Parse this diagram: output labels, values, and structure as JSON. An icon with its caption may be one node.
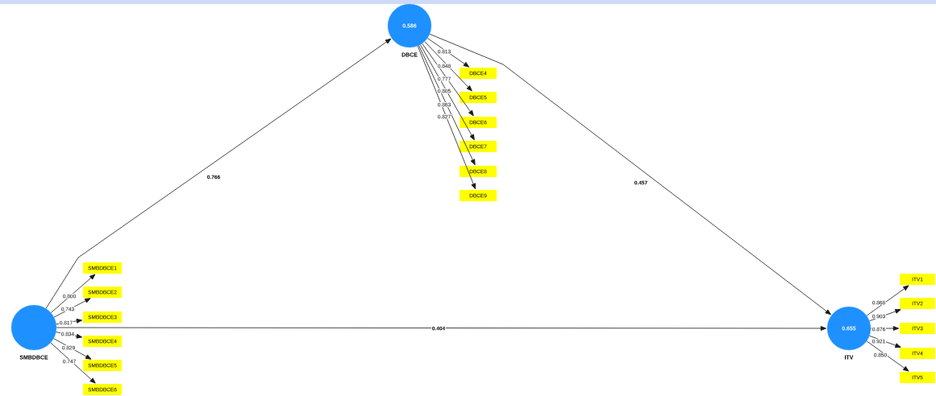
{
  "diagram": {
    "nodes": [
      {
        "text": [
          "SMBDBCE"
        ]
      },
      {
        "text": [
          "0.586",
          "DBCE"
        ]
      },
      {
        "text": [
          "0.655",
          "ITV"
        ]
      },
      {
        "text": [
          "SMBDBCE1"
        ]
      },
      {
        "text": [
          "SMBDBCE2"
        ]
      },
      {
        "text": [
          "SMBDBCE3"
        ]
      },
      {
        "text": [
          "SMBDBCE4"
        ]
      },
      {
        "text": [
          "SMBDBCE5"
        ]
      },
      {
        "text": [
          "SMBDBCE6"
        ]
      },
      {
        "text": [
          "DBCE4"
        ]
      },
      {
        "text": [
          "DBCE5"
        ]
      },
      {
        "text": [
          "DBCE6"
        ]
      },
      {
        "text": [
          "DBCE7"
        ]
      },
      {
        "text": [
          "DBCE8"
        ]
      },
      {
        "text": [
          "DBCE9"
        ]
      },
      {
        "text": [
          "ITV1"
        ]
      },
      {
        "text": [
          "ITV2"
        ]
      },
      {
        "text": [
          "ITV3"
        ]
      },
      {
        "text": [
          "ITV4"
        ]
      },
      {
        "text": [
          "ITV5"
        ]
      }
    ],
    "edges": [
      {
        "from": 0,
        "to": 1,
        "arrow": "to",
        "label": "0.766"
      },
      {
        "from": 1,
        "to": 2,
        "arrow": "to",
        "label": "0.457"
      },
      {
        "from": 0,
        "to": 2,
        "arrow": "to",
        "label": "0.404"
      },
      {
        "from": 0,
        "to": 3,
        "arrow": "to",
        "label": "0.800"
      },
      {
        "from": 0,
        "to": 4,
        "arrow": "to",
        "label": "0.743"
      },
      {
        "from": 0,
        "to": 5,
        "arrow": "to",
        "label": "0.817"
      },
      {
        "from": 0,
        "to": 6,
        "arrow": "to",
        "label": "0.834"
      },
      {
        "from": 0,
        "to": 7,
        "arrow": "to",
        "label": "0.829"
      },
      {
        "from": 0,
        "to": 8,
        "arrow": "to",
        "label": "0.747"
      },
      {
        "from": 1,
        "to": 9,
        "arrow": "to",
        "label": "0.813"
      },
      {
        "from": 1,
        "to": 10,
        "arrow": "to",
        "label": "0.848"
      },
      {
        "from": 1,
        "to": 11,
        "arrow": "to",
        "label": "0.777"
      },
      {
        "from": 1,
        "to": 12,
        "arrow": "to",
        "label": "0.805"
      },
      {
        "from": 1,
        "to": 13,
        "arrow": "to",
        "label": "0.863"
      },
      {
        "from": 1,
        "to": 14,
        "arrow": "to",
        "label": "0.827"
      },
      {
        "from": 2,
        "to": 15,
        "arrow": "to",
        "label": "0.868"
      },
      {
        "from": 2,
        "to": 16,
        "arrow": "to",
        "label": "0.903"
      },
      {
        "from": 2,
        "to": 17,
        "arrow": "to",
        "label": "0.876"
      },
      {
        "from": 2,
        "to": 18,
        "arrow": "to",
        "label": "0.921"
      },
      {
        "from": 2,
        "to": 19,
        "arrow": "to",
        "label": "0.850"
      }
    ]
  }
}
